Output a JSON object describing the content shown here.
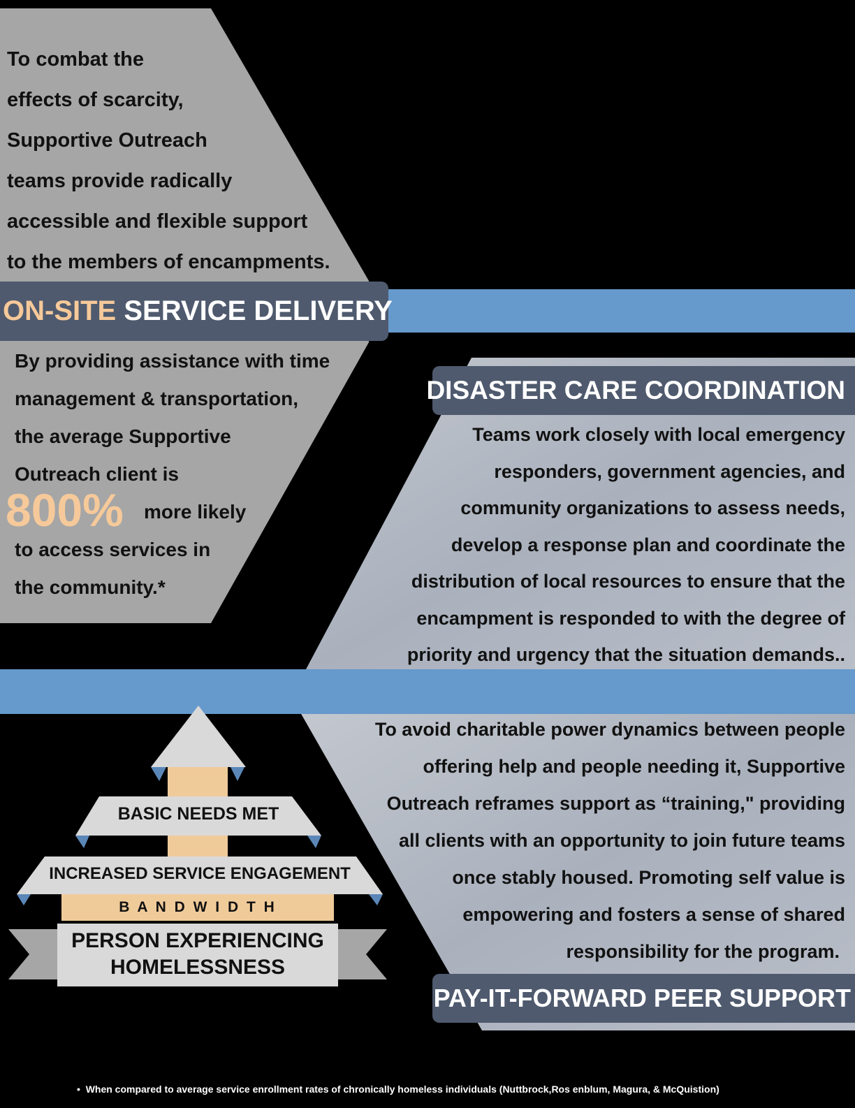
{
  "colors": {
    "background": "#000000",
    "panel_gray": "#a6a6a6",
    "panel_light": "#b4b9c3",
    "blue_bar": "#6699cc",
    "banner": "#4f5a6e",
    "accent_peach": "#f6c99a",
    "pyramid_light": "#d9d9d9",
    "pyramid_tan": "#f0cb9a"
  },
  "intro": {
    "lines": [
      "To combat the",
      "effects of scarcity,",
      "Supportive Outreach",
      "teams provide radically",
      "accessible and flexible support",
      "to the members of encampments."
    ]
  },
  "onsite": {
    "title_accent": "ON-SITE",
    "title_rest": "SERVICE DELIVERY",
    "lines": [
      "By providing assistance with time",
      "management & transportation,",
      "the average Supportive",
      "Outreach client is"
    ],
    "stat": "800%",
    "stat_suffix": "more likely",
    "tail_lines": [
      "to access services in",
      "the community.*"
    ]
  },
  "disaster": {
    "title": "DISASTER CARE COORDINATION",
    "lines": [
      "Teams work closely with local emergency",
      "responders, government agencies, and",
      "community organizations to assess needs,",
      "develop a response plan and coordinate the",
      "distribution of local resources to ensure that the",
      "encampment is responded to with the degree of",
      "priority and urgency that the situation demands.."
    ]
  },
  "peer": {
    "title": "PAY-IT-FORWARD PEER SUPPORT",
    "lines": [
      "To avoid charitable power dynamics between people",
      "offering help and people needing it, Supportive",
      "Outreach reframes support as “training,\" providing",
      "all clients with an opportunity to join future teams",
      "once stably housed. Promoting self value is",
      "empowering and fosters a sense of shared",
      "responsibility for the program."
    ]
  },
  "pyramid": {
    "top": "BASIC NEEDS MET",
    "middle": "INCREASED SERVICE ENGAGEMENT",
    "bandwidth": "B A N D W I D T H",
    "base_line1": "PERSON EXPERIENCING",
    "base_line2": "HOMELESSNESS"
  },
  "footnote": {
    "bullet": "•",
    "text": "When compared to average service enrollment rates of chronically homeless individuals (Nuttbrock,Ros enblum, Magura, & McQuistion)"
  }
}
